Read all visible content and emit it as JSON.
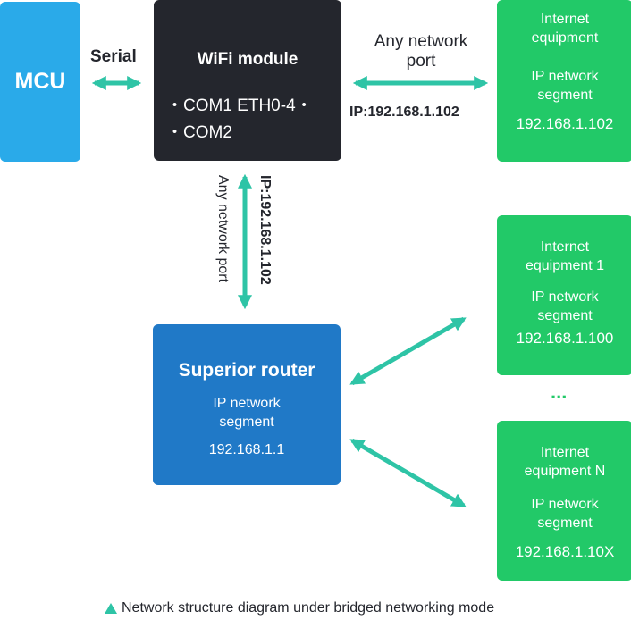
{
  "mcu": {
    "label": "MCU"
  },
  "serial_label": "Serial",
  "wifi": {
    "title": "WiFi module",
    "line1": "・COM1 ETH0-4・",
    "line2": "・COM2"
  },
  "top_link": {
    "label": "Any network port",
    "ip": "IP:192.168.1.102"
  },
  "vertical_link": {
    "label": "Any network port",
    "ip": "IP:192.168.1.102"
  },
  "router": {
    "title": "Superior router",
    "segment_label": "IP network segment",
    "ip": "192.168.1.1"
  },
  "devices": [
    {
      "name": "Internet equipment",
      "segment_label": "IP network segment",
      "ip": "192.168.1.102"
    },
    {
      "name": "Internet equipment 1",
      "segment_label": "IP network segment",
      "ip": "192.168.1.100"
    },
    {
      "name": "Internet equipment N",
      "segment_label": "IP network segment",
      "ip": "192.168.1.10X"
    }
  ],
  "ellipsis": "...",
  "caption": "Network structure diagram under bridged networking mode",
  "colors": {
    "mcu": "#2aaae9",
    "wifi": "#24262d",
    "router": "#2079c7",
    "device": "#22c968",
    "arrow": "#2ec4a6"
  }
}
